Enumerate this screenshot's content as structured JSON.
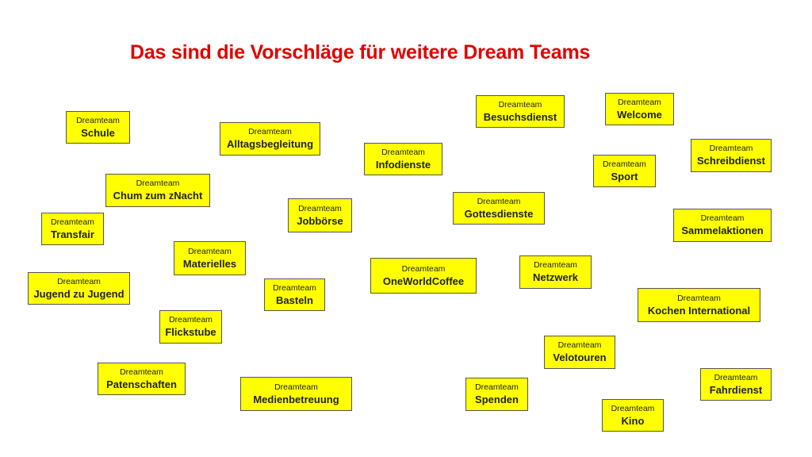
{
  "title": "Das sind die Vorschläge für weitere Dream Teams",
  "prefix": "Dreamteam",
  "teams": [
    {
      "name": "Schule"
    },
    {
      "name": "Alltagsbegleitung"
    },
    {
      "name": "Infodienste"
    },
    {
      "name": "Besuchsdienst"
    },
    {
      "name": "Welcome"
    },
    {
      "name": "Schreibdienst"
    },
    {
      "name": "Sport"
    },
    {
      "name": "Chum zum zNacht"
    },
    {
      "name": "Jobbörse"
    },
    {
      "name": "Gottesdienste"
    },
    {
      "name": "Transfair"
    },
    {
      "name": "Sammelaktionen"
    },
    {
      "name": "Materielles"
    },
    {
      "name": "OneWorldCoffee"
    },
    {
      "name": "Netzwerk"
    },
    {
      "name": "Jugend zu Jugend"
    },
    {
      "name": "Basteln"
    },
    {
      "name": "Kochen International"
    },
    {
      "name": "Flickstube"
    },
    {
      "name": "Velotouren"
    },
    {
      "name": "Patenschaften"
    },
    {
      "name": "Medienbetreuung"
    },
    {
      "name": "Spenden"
    },
    {
      "name": "Fahrdienst"
    },
    {
      "name": "Kino"
    }
  ]
}
